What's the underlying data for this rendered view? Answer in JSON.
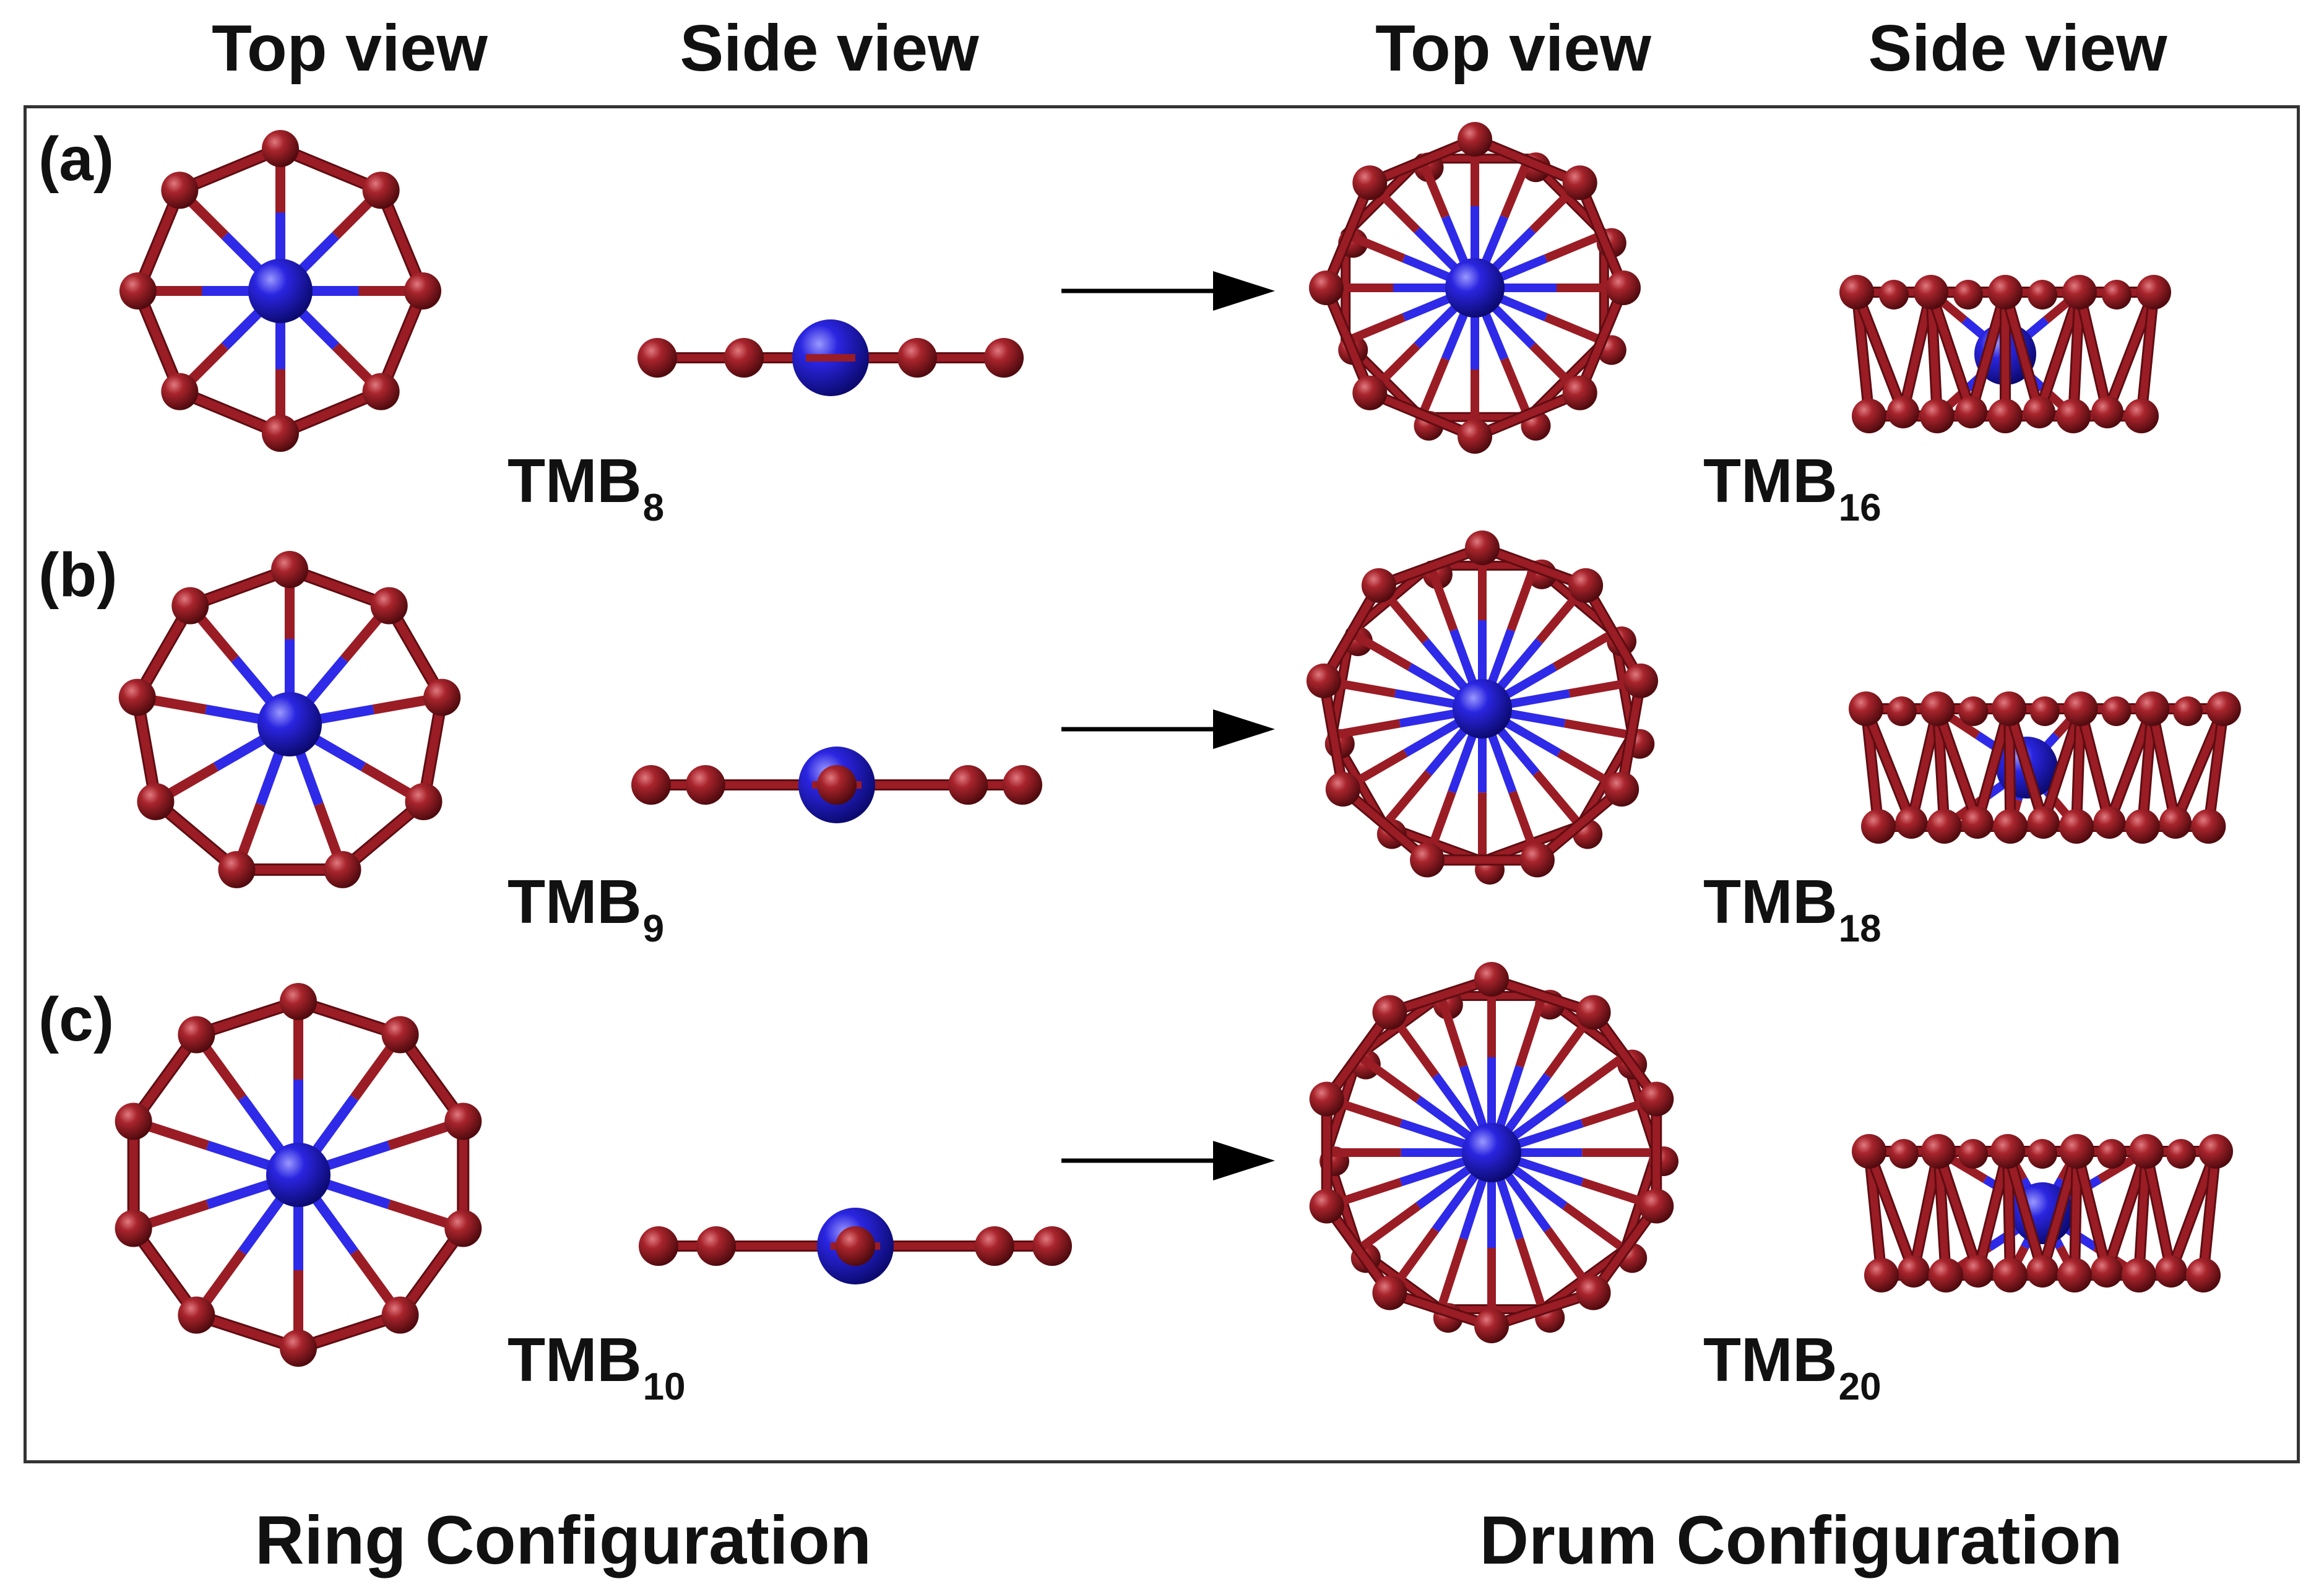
{
  "headers": {
    "ring_top": "Top view",
    "ring_side": "Side view",
    "drum_top": "Top view",
    "drum_side": "Side view"
  },
  "footers": {
    "ring": "Ring Configuration",
    "drum": "Drum Configuration"
  },
  "rows": [
    {
      "panel": "(a)",
      "ring": {
        "base": "TMB",
        "n": "8"
      },
      "drum": {
        "base": "TMB",
        "n": "16"
      },
      "ring_atoms": 8,
      "drum_atoms": 16
    },
    {
      "panel": "(b)",
      "ring": {
        "base": "TMB",
        "n": "9"
      },
      "drum": {
        "base": "TMB",
        "n": "18"
      },
      "ring_atoms": 9,
      "drum_atoms": 18
    },
    {
      "panel": "(c)",
      "ring": {
        "base": "TMB",
        "n": "10"
      },
      "drum": {
        "base": "TMB",
        "n": "20"
      },
      "ring_atoms": 10,
      "drum_atoms": 20
    }
  ],
  "colors": {
    "boron": "#9a1c24",
    "boron_dark": "#5e0d12",
    "metal": "#2a25e0",
    "metal_bond": "#2e2ae8",
    "arrow": "#000000"
  }
}
